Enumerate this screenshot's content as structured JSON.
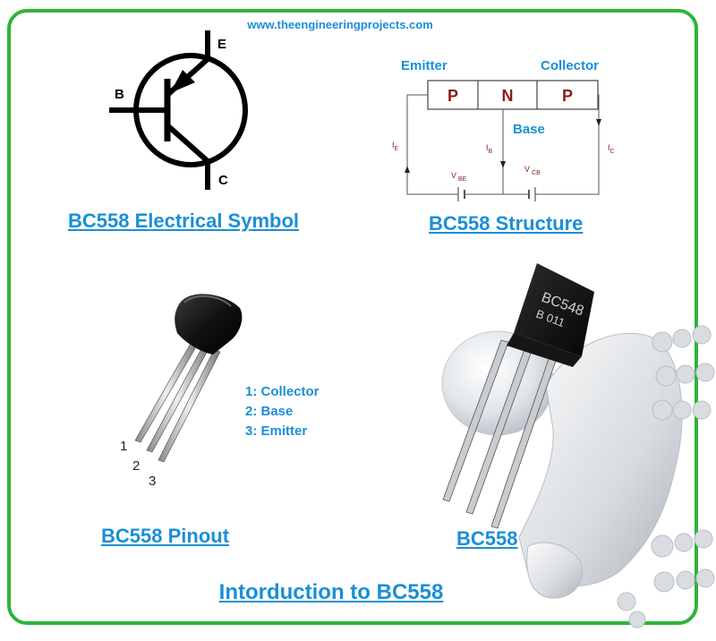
{
  "website": "www.theengineeringprojects.com",
  "symbol": {
    "caption": "BC558 Electrical Symbol",
    "pins": {
      "emitter": "E",
      "base": "B",
      "collector": "C"
    }
  },
  "structure": {
    "caption": "BC558 Structure",
    "emitter_label": "Emitter",
    "collector_label": "Collector",
    "base_label": "Base",
    "layers": [
      "P",
      "N",
      "P"
    ],
    "currents": {
      "ie": {
        "main": "I",
        "sub": "E"
      },
      "ib": {
        "main": "I",
        "sub": "B"
      },
      "ic": {
        "main": "I",
        "sub": "C"
      }
    },
    "voltages": {
      "vbe": {
        "main": "V",
        "sub": "BE"
      },
      "vcb": {
        "main": "V",
        "sub": "CB"
      }
    }
  },
  "pinout": {
    "caption": "BC558 Pinout",
    "pin_numbers": [
      "1",
      "2",
      "3"
    ],
    "pins": [
      "1: Collector",
      "2: Base",
      "3: Emitter"
    ]
  },
  "photo": {
    "caption": "BC558",
    "marking_line1": "BC548",
    "marking_line2": "B 011"
  },
  "main_title": "Intorduction to BC558",
  "colors": {
    "frame": "#2fb43a",
    "accent": "#1b8fd6",
    "layer_text": "#8b1a1a"
  }
}
